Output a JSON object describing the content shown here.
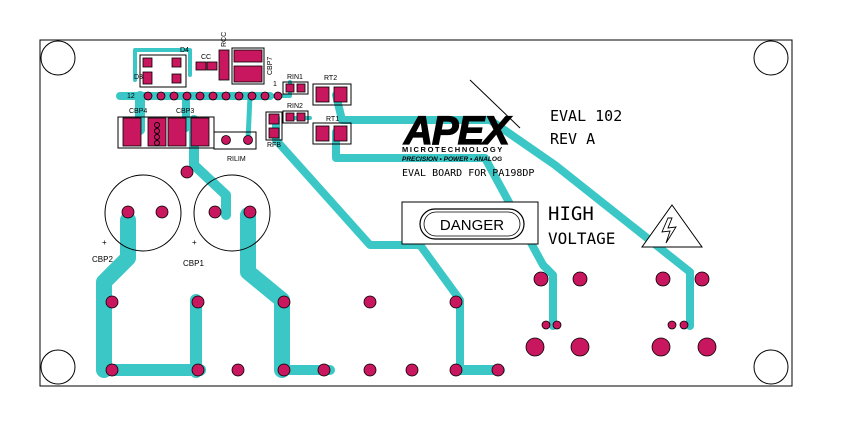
{
  "board": {
    "title": "EVAL 102",
    "revision": "REV A",
    "subtitle": "EVAL BOARD FOR PA198DP",
    "brand": {
      "logo_text": "APEX",
      "company": "MICROTECHNOLOGY",
      "tagline": "PRECISION • POWER • ANALOG"
    },
    "warning": {
      "badge": "DANGER",
      "line1": "HIGH",
      "line2": "VOLTAGE",
      "icon": "lightning-bolt-icon"
    }
  },
  "refdes": {
    "d4": "D4",
    "cc": "CC",
    "rcc": "RCC",
    "d3": "D3",
    "cbp7": "CBP7",
    "rin1": "RIN1",
    "rt2": "RT2",
    "rin2": "RIN2",
    "rt1": "RT1",
    "pin1": "1",
    "pin12": "12",
    "cbp4": "CBP4",
    "cbp3": "CBP3",
    "rfb": "RFB",
    "rilim": "RILIM",
    "cbp2": "CBP2",
    "cbp1": "CBP1",
    "polarity_plus": "+"
  },
  "colors": {
    "trace": "#3cc7c7",
    "pad": "#c8175e",
    "outline": "#000000",
    "background": "#ffffff"
  }
}
